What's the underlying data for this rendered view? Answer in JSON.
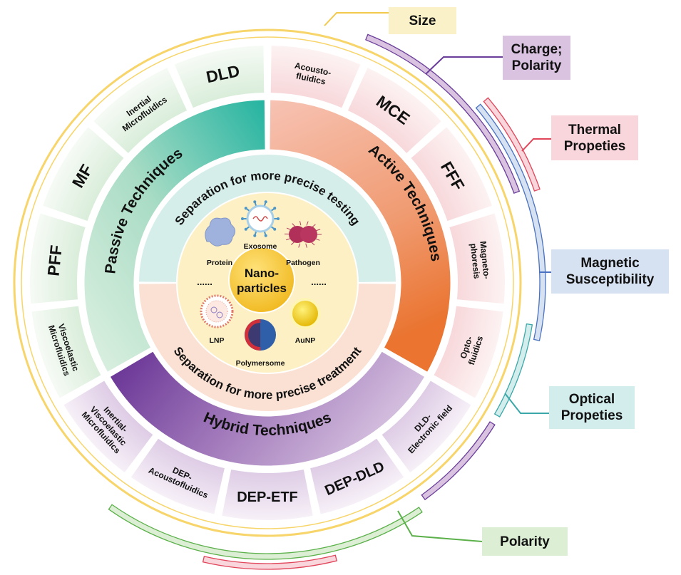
{
  "center": {
    "title_lines": [
      "Nano-",
      "particles"
    ],
    "items": [
      {
        "label": "Protein",
        "icon": "protein-icon"
      },
      {
        "label": "Exosome",
        "icon": "exosome-icon"
      },
      {
        "label": "Pathogen",
        "icon": "pathogen-icon"
      },
      {
        "label": "LNP",
        "icon": "lnp-icon"
      },
      {
        "label": "Polymersome",
        "icon": "polymersome-icon"
      },
      {
        "label": "AuNP",
        "icon": "aunp-icon"
      }
    ],
    "ellipsis_left": "......",
    "ellipsis_right": "......"
  },
  "purposes": {
    "testing": "Separation for more precise testing",
    "treatment": "Separation for more precise treatment"
  },
  "categories": {
    "passive": "Passive Techniques",
    "active": "Active Techniques",
    "hybrid": "Hybrid Techniques"
  },
  "techniques": {
    "active": [
      {
        "lines": [
          "Acousto-",
          "fluidics"
        ]
      },
      {
        "lines": [
          "MCE"
        ]
      },
      {
        "lines": [
          "FFF"
        ]
      },
      {
        "lines": [
          "Magneto-",
          "phoresis"
        ]
      },
      {
        "lines": [
          "Opto-",
          "fluidics"
        ]
      }
    ],
    "hybrid": [
      {
        "lines": [
          "DLD-",
          "Electronic field"
        ]
      },
      {
        "lines": [
          "DEP-DLD"
        ]
      },
      {
        "lines": [
          "DEP-ETF"
        ]
      },
      {
        "lines": [
          "DEP-",
          "Acoustofluidics"
        ]
      },
      {
        "lines": [
          "Inertial-",
          "Viscoelastic",
          "Microfluidics"
        ]
      }
    ],
    "passive": [
      {
        "lines": [
          "Viscoelastic",
          "Microfluidics"
        ]
      },
      {
        "lines": [
          "PFF"
        ]
      },
      {
        "lines": [
          "MF"
        ]
      },
      {
        "lines": [
          "Inertial",
          "Microfluidics"
        ]
      },
      {
        "lines": [
          "DLD"
        ]
      }
    ]
  },
  "properties": [
    {
      "lines": [
        "Size"
      ],
      "color": "#f2c94c",
      "fill": "#fbf1c9"
    },
    {
      "lines": [
        "Charge;",
        "Polarity"
      ],
      "color": "#6a3d9a",
      "fill": "#d9c3e0"
    },
    {
      "lines": [
        "Thermal",
        "Propeties"
      ],
      "color": "#e0455a",
      "fill": "#f8d6dc"
    },
    {
      "lines": [
        "Magnetic",
        "Susceptibility"
      ],
      "color": "#4a72c0",
      "fill": "#d6e1f1"
    },
    {
      "lines": [
        "Optical",
        "Propeties"
      ],
      "color": "#3aa8a8",
      "fill": "#d3ecec"
    },
    {
      "lines": [
        "Polarity"
      ],
      "color": "#5bb04a",
      "fill": "#dcefd5"
    }
  ],
  "colors": {
    "passive": "#2bb5a0",
    "active": "#ec7a3a",
    "hybrid": "#6e3b98",
    "testing_band": "#d6eeea",
    "treatment_band": "#fbe1d3",
    "core": "#fdf0c4",
    "nano": "#f5c12e",
    "outer_ring": "#f7d56a"
  }
}
